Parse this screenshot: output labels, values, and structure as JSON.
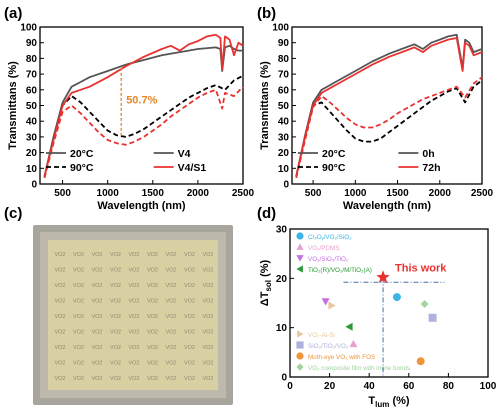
{
  "chart_data": [
    {
      "panel": "a",
      "type": "line",
      "panel_label": "(a)",
      "xlabel": "Wavelength (nm)",
      "ylabel": "Transmittans (%)",
      "xlim": [
        250,
        2500
      ],
      "ylim": [
        0,
        100
      ],
      "xticks": [
        500,
        1000,
        1500,
        2000,
        2500
      ],
      "yticks": [
        0,
        10,
        20,
        30,
        40,
        50,
        60,
        70,
        80,
        90,
        100
      ],
      "legend_temps": [
        {
          "label": "20°C",
          "color": "#555555",
          "dash": "solid"
        },
        {
          "label": "90°C",
          "color": "#000000",
          "dash": "dashed"
        }
      ],
      "legend_samples": [
        {
          "label": "V4",
          "color": "#555555"
        },
        {
          "label": "V4/S1",
          "color": "#e8322f"
        }
      ],
      "annotation": {
        "text": "50.7%",
        "x": 1150,
        "y_from": 30,
        "y_to": 74,
        "color": "#e8862a"
      },
      "series": [
        {
          "name": "V4",
          "color": "#555555",
          "dash": "solid",
          "x": [
            300,
            400,
            500,
            600,
            700,
            800,
            1000,
            1200,
            1400,
            1600,
            1800,
            2000,
            2200,
            2250,
            2270,
            2300,
            2350,
            2400,
            2450,
            2500
          ],
          "y": [
            5,
            30,
            52,
            62,
            65,
            68,
            72,
            76,
            79,
            82,
            84,
            86,
            87,
            86,
            72,
            87,
            88,
            86,
            85,
            85
          ]
        },
        {
          "name": "V4",
          "color": "#000000",
          "dash": "dashed",
          "x": [
            300,
            400,
            500,
            600,
            700,
            800,
            900,
            1000,
            1100,
            1200,
            1300,
            1400,
            1500,
            1600,
            1700,
            1800,
            1900,
            2000,
            2100,
            2200,
            2300,
            2400,
            2500
          ],
          "y": [
            4,
            28,
            50,
            56,
            52,
            46,
            40,
            34,
            31,
            30,
            32,
            35,
            39,
            43,
            47,
            51,
            55,
            58,
            61,
            63,
            60,
            66,
            69
          ]
        },
        {
          "name": "V4/S1",
          "color": "#e8322f",
          "dash": "solid",
          "x": [
            300,
            400,
            500,
            600,
            700,
            800,
            1000,
            1200,
            1400,
            1600,
            1700,
            1800,
            1900,
            2000,
            2100,
            2200,
            2250,
            2270,
            2300,
            2350,
            2400,
            2450,
            2500
          ],
          "y": [
            5,
            28,
            50,
            58,
            60,
            62,
            68,
            75,
            81,
            86,
            88,
            85,
            89,
            91,
            94,
            95,
            93,
            73,
            94,
            92,
            82,
            90,
            88
          ]
        },
        {
          "name": "V4/S1",
          "color": "#e8322f",
          "dash": "dashed",
          "x": [
            300,
            400,
            500,
            600,
            700,
            800,
            900,
            1000,
            1100,
            1200,
            1300,
            1400,
            1500,
            1600,
            1700,
            1800,
            1900,
            2000,
            2100,
            2200,
            2270,
            2300,
            2400,
            2500
          ],
          "y": [
            4,
            26,
            46,
            50,
            45,
            39,
            33,
            28,
            26,
            25,
            27,
            30,
            34,
            38,
            43,
            47,
            51,
            55,
            58,
            60,
            48,
            58,
            56,
            62
          ]
        }
      ]
    },
    {
      "panel": "b",
      "type": "line",
      "panel_label": "(b)",
      "xlabel": "Wavelength (nm)",
      "ylabel": "Transmittans (%)",
      "xlim": [
        250,
        2500
      ],
      "ylim": [
        0,
        100
      ],
      "xticks": [
        500,
        1000,
        1500,
        2000,
        2500
      ],
      "yticks": [
        0,
        10,
        20,
        30,
        40,
        50,
        60,
        70,
        80,
        90,
        100
      ],
      "legend_temps": [
        {
          "label": "20°C",
          "color": "#555555",
          "dash": "solid"
        },
        {
          "label": "90°C",
          "color": "#000000",
          "dash": "dashed"
        }
      ],
      "legend_samples": [
        {
          "label": "0h",
          "color": "#555555"
        },
        {
          "label": "72h",
          "color": "#e8322f"
        }
      ],
      "series": [
        {
          "name": "0h",
          "color": "#555555",
          "dash": "solid",
          "x": [
            300,
            400,
            500,
            600,
            700,
            800,
            1000,
            1200,
            1400,
            1600,
            1700,
            1800,
            1900,
            2000,
            2100,
            2200,
            2270,
            2300,
            2350,
            2400,
            2500
          ],
          "y": [
            5,
            30,
            52,
            60,
            63,
            66,
            72,
            78,
            83,
            87,
            89,
            86,
            90,
            92,
            94,
            95,
            74,
            92,
            90,
            84,
            86
          ]
        },
        {
          "name": "0h",
          "color": "#000000",
          "dash": "dashed",
          "x": [
            300,
            400,
            500,
            600,
            700,
            800,
            900,
            1000,
            1100,
            1200,
            1300,
            1400,
            1500,
            1600,
            1700,
            1800,
            1900,
            2000,
            2100,
            2200,
            2300,
            2400,
            2500
          ],
          "y": [
            4,
            28,
            50,
            52,
            46,
            40,
            34,
            29,
            27,
            27,
            29,
            33,
            37,
            41,
            45,
            49,
            53,
            56,
            59,
            61,
            52,
            62,
            66
          ]
        },
        {
          "name": "72h",
          "color": "#e8322f",
          "dash": "solid",
          "x": [
            300,
            400,
            500,
            600,
            700,
            800,
            1000,
            1200,
            1400,
            1600,
            1700,
            1800,
            1900,
            2000,
            2100,
            2200,
            2270,
            2300,
            2350,
            2400,
            2500
          ],
          "y": [
            5,
            29,
            50,
            58,
            61,
            64,
            70,
            76,
            81,
            85,
            87,
            84,
            88,
            90,
            92,
            93,
            72,
            90,
            88,
            82,
            84
          ]
        },
        {
          "name": "72h",
          "color": "#e8322f",
          "dash": "dashed",
          "x": [
            300,
            400,
            500,
            600,
            700,
            800,
            900,
            1000,
            1100,
            1200,
            1300,
            1400,
            1500,
            1600,
            1700,
            1800,
            1900,
            2000,
            2100,
            2200,
            2300,
            2400,
            2500
          ],
          "y": [
            4,
            27,
            49,
            56,
            52,
            47,
            42,
            38,
            36,
            36,
            38,
            41,
            45,
            48,
            51,
            54,
            56,
            58,
            60,
            62,
            55,
            64,
            68
          ]
        }
      ]
    },
    {
      "panel": "c",
      "type": "photo",
      "panel_label": "(c)",
      "film_text": "VO2",
      "colors": {
        "tray": "#a8a59c",
        "film": "#d8cfa3",
        "text": "#8f8a70"
      }
    },
    {
      "panel": "d",
      "type": "scatter",
      "panel_label": "(d)",
      "xlabel": "T",
      "xlabel_sub": "lum",
      "xlabel_unit": " (%)",
      "ylabel": "ΔT",
      "ylabel_sub": "sol",
      "ylabel_unit": " (%)",
      "xlim": [
        0,
        100
      ],
      "ylim": [
        0,
        30
      ],
      "xticks": [
        0,
        20,
        40,
        60,
        80,
        100
      ],
      "yticks": [
        0,
        10,
        20,
        30
      ],
      "highlight": {
        "label": "This work",
        "x": 47,
        "y": 20.2,
        "color": "#e8322f"
      },
      "series": [
        {
          "name": "CrₓOᵧ/VO₂/SiO₂",
          "marker": "circle",
          "color": "#3cb4e6",
          "points": [
            [
              54,
              16.2
            ]
          ]
        },
        {
          "name": "VO₂/PDMS",
          "marker": "triangle-up",
          "color": "#e8a0cf",
          "points": [
            [
              32,
              6.7
            ]
          ]
        },
        {
          "name": "VO₂/SiO₂/TiO₂",
          "marker": "triangle-down",
          "color": "#c76ee0",
          "points": [
            [
              18,
              15.3
            ]
          ]
        },
        {
          "name": "TiO₂(R)/VO₂/M/TiO₂(A)",
          "marker": "triangle-left",
          "color": "#2a9a3a",
          "points": [
            [
              30,
              10.2
            ]
          ]
        },
        {
          "name": "VO₂-Al-Si",
          "marker": "triangle-right",
          "color": "#e8c8a0",
          "points": [
            [
              21,
              14.5
            ]
          ]
        },
        {
          "name": "SiO₂/TiO₂/VO₂",
          "marker": "square",
          "color": "#b0b0de",
          "points": [
            [
              72,
              12.0
            ]
          ]
        },
        {
          "name": "Moth-eye VO₂ with FOS",
          "marker": "circle",
          "color": "#f0943a",
          "points": [
            [
              66,
              3.2
            ]
          ]
        },
        {
          "name": "VO₂ composite film with imine bonds",
          "marker": "diamond",
          "color": "#9fd39f",
          "points": [
            [
              68,
              14.8
            ]
          ]
        }
      ]
    }
  ]
}
